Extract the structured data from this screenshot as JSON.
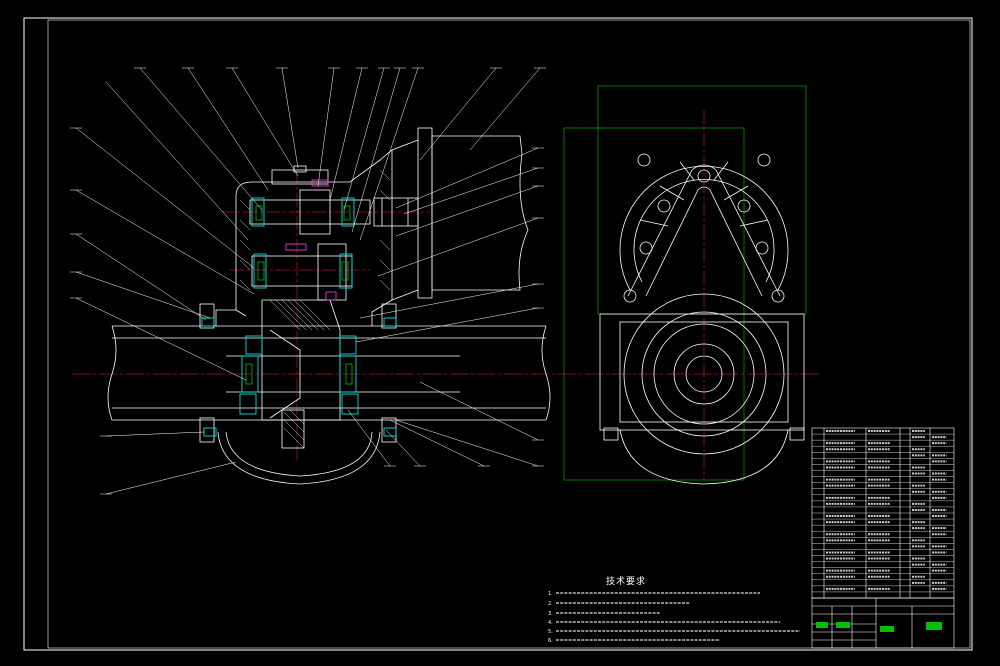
{
  "technical_requirements": {
    "title": "技术要求",
    "lines": [
      "1.",
      "2.",
      "3.",
      "4.",
      "5.",
      "6."
    ]
  },
  "colors": {
    "background": "#000000",
    "line": "#ffffff",
    "center_line": "#ff2020",
    "dimension": "#00c000",
    "bearing": "#00e0e0",
    "section": "#ff40ff",
    "hatch": "#ffffff"
  },
  "icons": {
    "gearbox_section_view": "assembly-section-icon",
    "side_view": "side-elevation-icon",
    "bill_of_materials": "parts-table-icon",
    "title_block": "title-block-icon"
  }
}
